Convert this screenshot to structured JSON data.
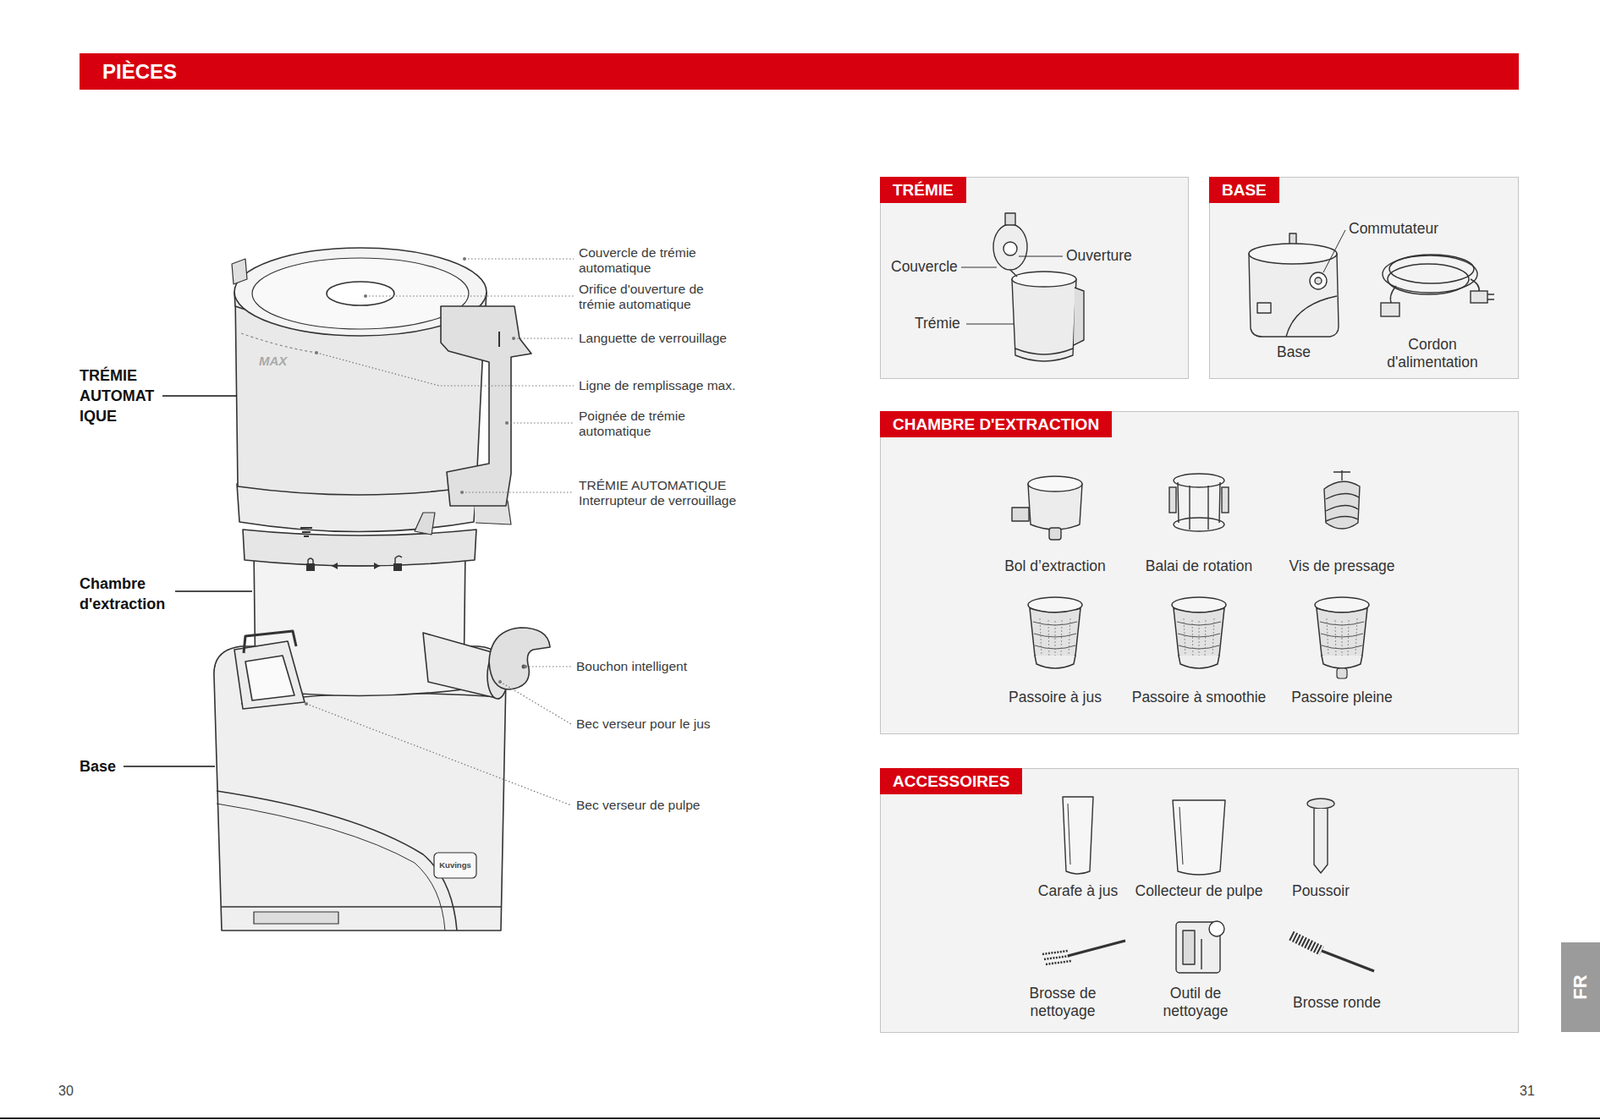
{
  "diagram": {
    "title": "PIÈCES",
    "nodes": [
      {
        "text": [
          "TRÉMIE"
        ]
      },
      {
        "text": [
          "BASE"
        ]
      },
      {
        "text": [
          "CHAMBRE D'EXTRACTION"
        ]
      },
      {
        "text": [
          "ACCESSOIRES"
        ]
      },
      {
        "text": [
          "FR"
        ]
      }
    ],
    "labels": [
      "TRÉMIE AUTOMAT IQUE",
      "Couvercle de trémie automatique",
      "Orifice d'ouverture de trémie automatique",
      "Languette de verrouillage",
      "MAX",
      "Ligne de remplissage max.",
      "Poignée de trémie automatique",
      "TRÉMIE AUTOMATIQUE Interrupteur de verrouillage",
      "Chambre d'extraction",
      "Bouchon intelligent",
      "Bec verseur pour le jus",
      "Base",
      "Bec verseur de pulpe",
      "Kuvings",
      "Couvercle",
      "Ouverture",
      "Trémie",
      "Commutateur",
      "Base",
      "Cordon d'alimentation",
      "Bol d’extraction",
      "Balai de rotation",
      "Vis de pressage",
      "Passoire à jus",
      "Passoire à smoothie",
      "Passoire pleine",
      "Carafe à jus",
      "Collecteur de pulpe",
      "Poussoir",
      "Brosse de nettoyage",
      "Outil de nettoyage",
      "Brosse ronde",
      "30",
      "31"
    ]
  }
}
